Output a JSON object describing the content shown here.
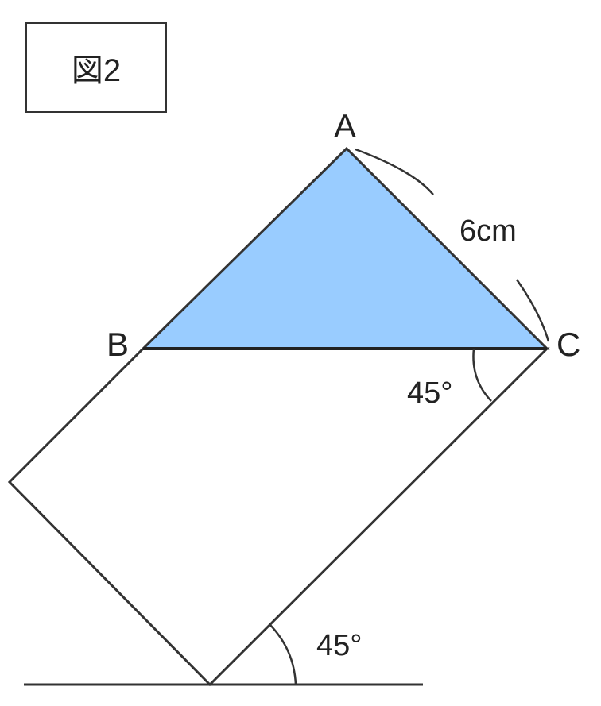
{
  "figure_title": "図2",
  "vertices": {
    "a": "A",
    "b": "B",
    "c": "C"
  },
  "side_length_label": "6cm",
  "angle_labels": {
    "at_c": "45°",
    "at_ground": "45°"
  },
  "colors": {
    "triangle_fill": "#99CCFF",
    "stroke": "#333333",
    "background": "#FFFFFF"
  }
}
